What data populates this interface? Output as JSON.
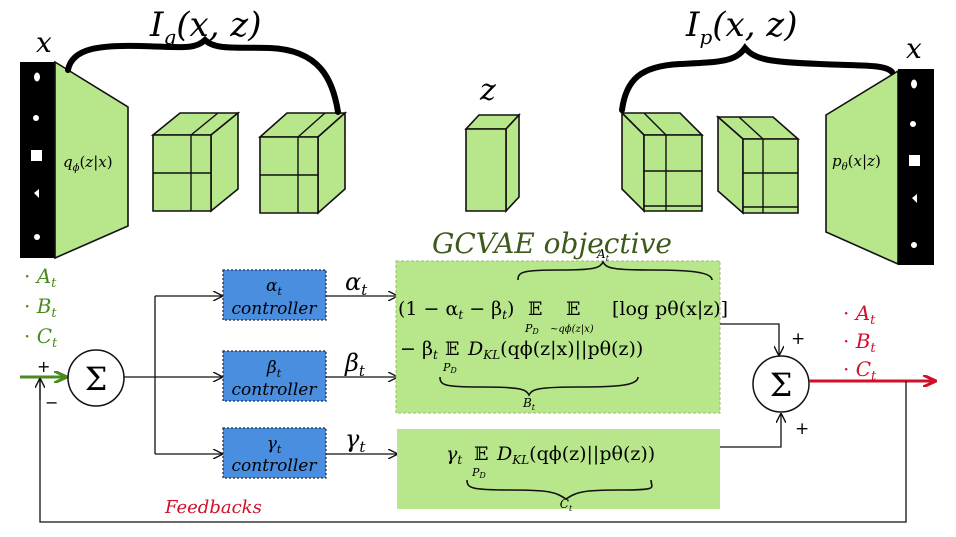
{
  "encoder": {
    "input_label": "x",
    "distribution_label": "q_ϕ(z|x)",
    "brace_label": "I_q(x, z)",
    "brace_label_main": "I",
    "brace_label_sub": "q",
    "brace_label_rest": "(x, z)"
  },
  "latent": {
    "label": "z"
  },
  "decoder": {
    "output_label": "x",
    "distribution_label": "p_θ(x|z)",
    "brace_label": "I_p(x, z)",
    "brace_label_main": "I",
    "brace_label_sub": "p",
    "brace_label_rest": "(x, z)"
  },
  "objective": {
    "title": "GCVAE objective",
    "line1_prefix": "(1 −  α",
    "line1_mid": "  −  β",
    "line1_close": ")",
    "expect_symbol": "𝔼",
    "pd_label": "P",
    "pd_sub": "D",
    "inner_expect_sub": "~qϕ(z|x)",
    "line1_term": "[log pθ(x|z)]",
    "line2_prefix": "− β",
    "line2_term": "D",
    "line2_term_sub": "KL",
    "line2_term_rest": "(qϕ(z|x)||pθ(z))",
    "brace_top_label": "A",
    "brace_bottom_label": "B",
    "label_sub": "t"
  },
  "capacity_term": {
    "prefix": "γ",
    "term": "D",
    "term_sub": "KL",
    "term_rest": "(qϕ(z)||pθ(z))",
    "brace_label": "C"
  },
  "controllers": [
    {
      "symbol": "α",
      "sub": "t",
      "label": "controller",
      "output": "α"
    },
    {
      "symbol": "β",
      "sub": "t",
      "label": "controller",
      "output": "β"
    },
    {
      "symbol": "γ",
      "sub": "t",
      "label": "controller",
      "output": "γ"
    }
  ],
  "inputs": {
    "items": [
      {
        "bullet": "·",
        "name": "A",
        "sub": "t"
      },
      {
        "bullet": "·",
        "name": "B",
        "sub": "t"
      },
      {
        "bullet": "·",
        "name": "C",
        "sub": "t"
      }
    ],
    "plus": "+",
    "minus": "−"
  },
  "outputs": {
    "items": [
      {
        "bullet": "·",
        "name": "A",
        "sub": "t"
      },
      {
        "bullet": "·",
        "name": "B",
        "sub": "t"
      },
      {
        "bullet": "·",
        "name": "C",
        "sub": "t"
      }
    ],
    "plus_top": "+",
    "plus_bottom": "+"
  },
  "summer_symbol": "Σ",
  "feedback_label": "Feedbacks",
  "colors": {
    "block_green": "#b8e68a",
    "controller_blue": "#4a8ee0",
    "title_green": "#3d5a1a",
    "input_green": "#4a8a1e",
    "output_red": "#d0102a",
    "feedback_red": "#d0102a"
  }
}
